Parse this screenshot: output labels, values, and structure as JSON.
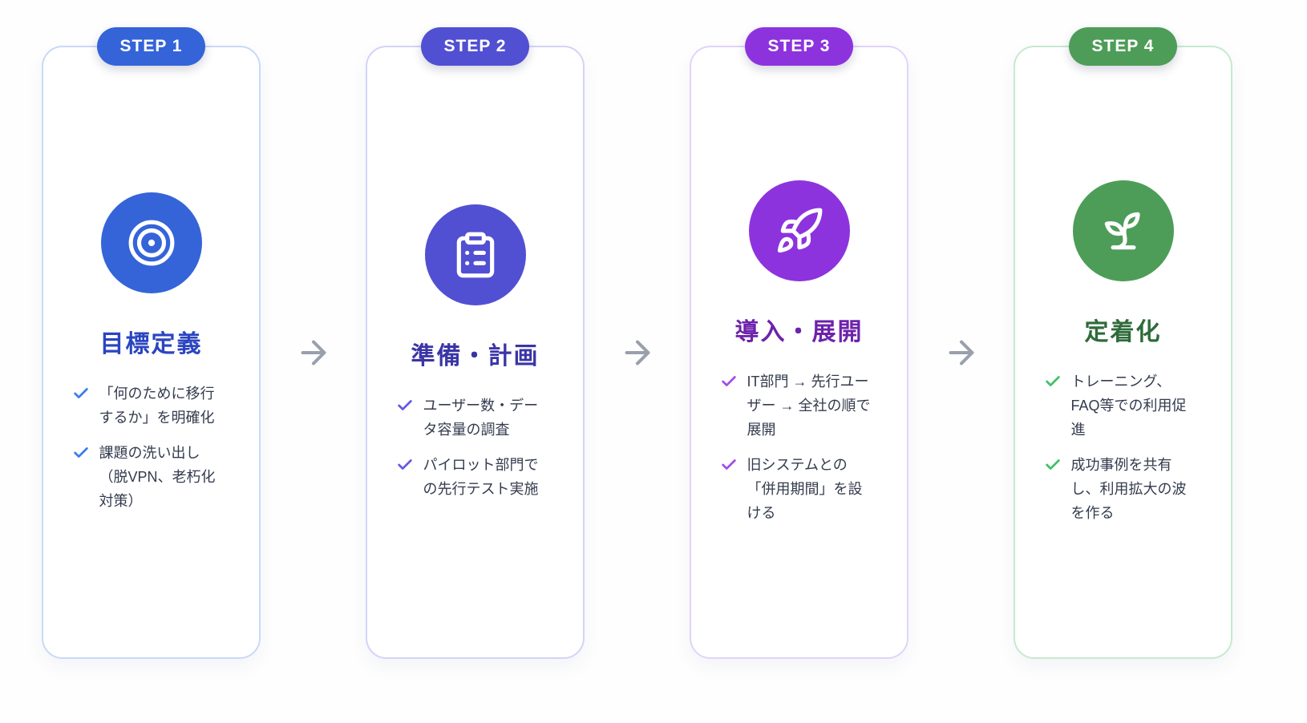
{
  "diagram": {
    "type": "process-steps",
    "background": "#fefefe",
    "arrow_color": "#99a0ac",
    "body_text_color": "#333b4d",
    "steps": [
      {
        "badge": "STEP 1",
        "title": "目標定義",
        "icon": "target-icon",
        "colors": {
          "accent": "#3564d9",
          "title": "#2b45c0",
          "border": "#c9d9f8",
          "check": "#3e7bea"
        },
        "items": [
          "「何のために移行するか」を明確化",
          "課題の洗い出し（脱VPN、老朽化対策）"
        ]
      },
      {
        "badge": "STEP 2",
        "title": "準備・計画",
        "icon": "clipboard-list-icon",
        "colors": {
          "accent": "#5150d2",
          "title": "#3a35a6",
          "border": "#d4d3f7",
          "check": "#6659e6"
        },
        "items": [
          "ユーザー数・データ容量の調査",
          "パイロット部門での先行テスト実施"
        ]
      },
      {
        "badge": "STEP 3",
        "title": "導入・展開",
        "icon": "rocket-icon",
        "colors": {
          "accent": "#8d33de",
          "title": "#6d22ab",
          "border": "#e1d4f9",
          "check": "#a34de9"
        },
        "items": [
          "IT部門 → 先行ユーザー → 全社の順で展開",
          "旧システムとの「併用期間」を設ける"
        ]
      },
      {
        "badge": "STEP 4",
        "title": "定着化",
        "icon": "sprout-icon",
        "colors": {
          "accent": "#4d9d58",
          "title": "#2e6b3b",
          "border": "#c7e9cf",
          "check": "#3fc168"
        },
        "items": [
          "トレーニング、FAQ等での利用促進",
          "成功事例を共有し、利用拡大の波を作る"
        ]
      }
    ]
  }
}
